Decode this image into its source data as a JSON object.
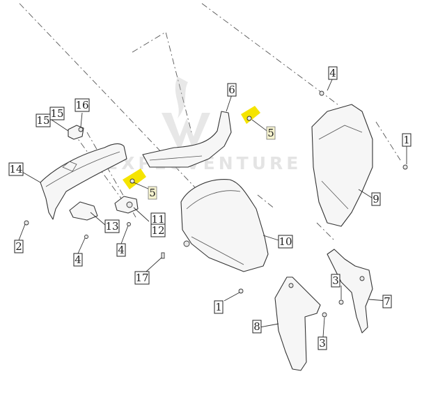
{
  "watermark": {
    "text": "EXPLOVENTURE"
  },
  "callouts": [
    {
      "id": "c1a",
      "label": "1"
    },
    {
      "id": "c1b",
      "label": "1"
    },
    {
      "id": "c2",
      "label": "2"
    },
    {
      "id": "c3a",
      "label": "3"
    },
    {
      "id": "c3b",
      "label": "3"
    },
    {
      "id": "c4a",
      "label": "4"
    },
    {
      "id": "c4b",
      "label": "4"
    },
    {
      "id": "c4c",
      "label": "4"
    },
    {
      "id": "c5a",
      "label": "5"
    },
    {
      "id": "c5b",
      "label": "5"
    },
    {
      "id": "c6",
      "label": "6"
    },
    {
      "id": "c7",
      "label": "7"
    },
    {
      "id": "c8",
      "label": "8"
    },
    {
      "id": "c9",
      "label": "9"
    },
    {
      "id": "c10",
      "label": "10"
    },
    {
      "id": "c11",
      "label": "11"
    },
    {
      "id": "c12",
      "label": "12"
    },
    {
      "id": "c13",
      "label": "13"
    },
    {
      "id": "c14",
      "label": "14"
    },
    {
      "id": "c15a",
      "label": "15"
    },
    {
      "id": "c15b",
      "label": "15"
    },
    {
      "id": "c16",
      "label": "16"
    },
    {
      "id": "c17",
      "label": "17"
    }
  ],
  "highlight_color": "#f5e400"
}
